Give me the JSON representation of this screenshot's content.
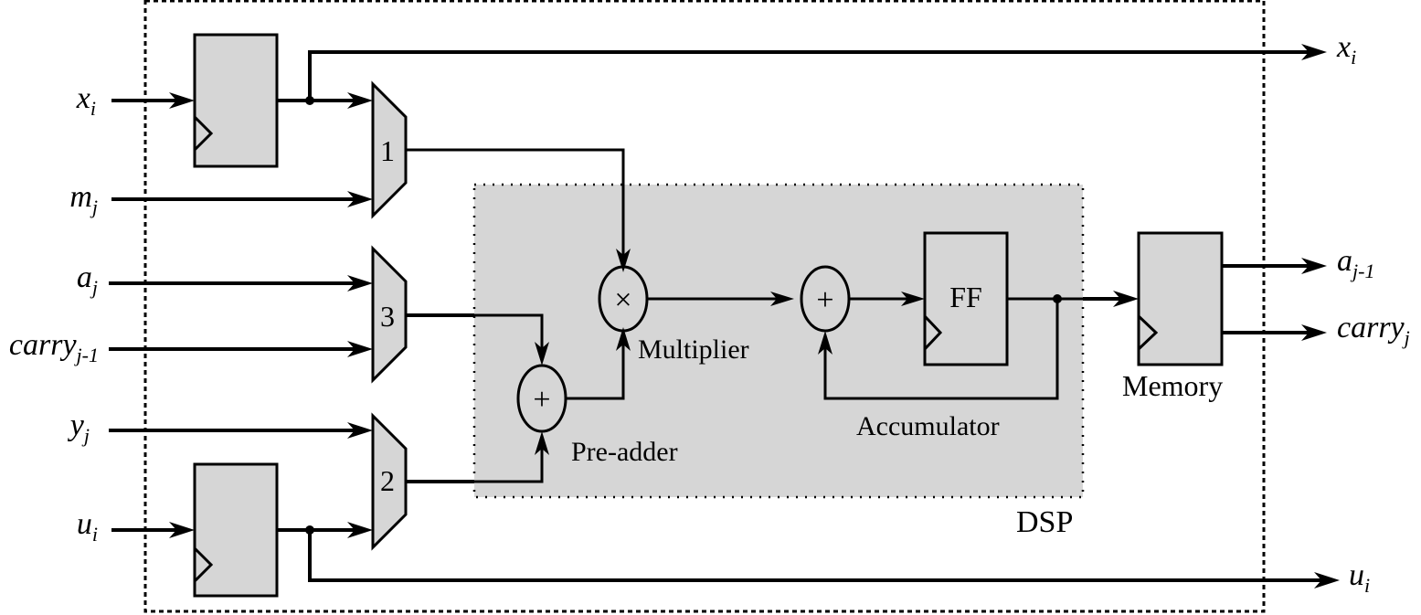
{
  "diagram": {
    "inputs": [
      {
        "id": "x_i",
        "base": "x",
        "sub": "i"
      },
      {
        "id": "m_j",
        "base": "m",
        "sub": "j"
      },
      {
        "id": "a_j",
        "base": "a",
        "sub": "j"
      },
      {
        "id": "carry_j-1",
        "base": "carry",
        "sub": "j-1"
      },
      {
        "id": "y_j",
        "base": "y",
        "sub": "j"
      },
      {
        "id": "u_i",
        "base": "u",
        "sub": "i"
      }
    ],
    "outputs": [
      {
        "id": "x_i_out",
        "base": "x",
        "sub": "i"
      },
      {
        "id": "a_j-1_out",
        "base": "a",
        "sub": "j-1"
      },
      {
        "id": "carry_j_out",
        "base": "carry",
        "sub": "j"
      },
      {
        "id": "u_i_out",
        "base": "u",
        "sub": "i"
      }
    ],
    "muxes": [
      {
        "id": "mux1",
        "label": "1"
      },
      {
        "id": "mux3",
        "label": "3"
      },
      {
        "id": "mux2",
        "label": "2"
      }
    ],
    "operators": {
      "multiplier_symbol": "×",
      "preadder_symbol": "+",
      "accumulator_symbol": "+"
    },
    "labels": {
      "multiplier": "Multiplier",
      "preadder": "Pre-adder",
      "accumulator": "Accumulator",
      "ff": "FF",
      "dsp": "DSP",
      "memory": "Memory"
    },
    "colors": {
      "block_fill": "#d6d6d6",
      "line": "#000000",
      "background": "#ffffff"
    }
  }
}
